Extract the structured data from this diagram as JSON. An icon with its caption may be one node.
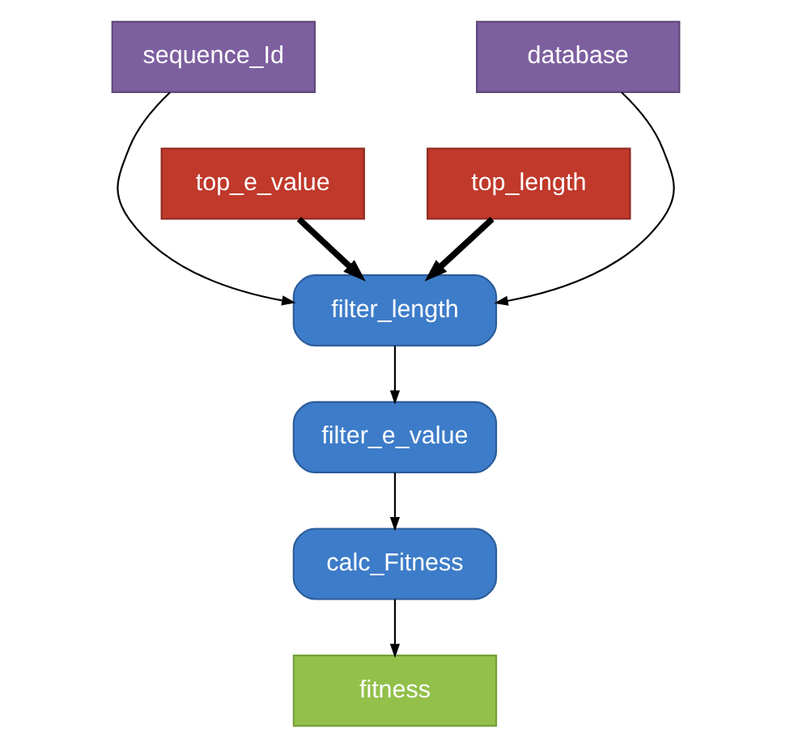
{
  "diagram": {
    "nodes": [
      {
        "text": [
          "sequence_Id"
        ]
      },
      {
        "text": [
          "database"
        ]
      },
      {
        "text": [
          "top_e_value"
        ]
      },
      {
        "text": [
          "top_length"
        ]
      },
      {
        "text": [
          "filter_length"
        ]
      },
      {
        "text": [
          "filter_e_value"
        ]
      },
      {
        "text": [
          "calc_Fitness"
        ]
      },
      {
        "text": [
          "fitness"
        ]
      }
    ],
    "edges": [
      {
        "from": 0,
        "to": 4,
        "arrow": "to"
      },
      {
        "from": 1,
        "to": 4,
        "arrow": "to"
      },
      {
        "from": 2,
        "to": 4,
        "arrow": "to",
        "style": "thick"
      },
      {
        "from": 3,
        "to": 4,
        "arrow": "to",
        "style": "thick"
      },
      {
        "from": 4,
        "to": 5,
        "arrow": "to"
      },
      {
        "from": 5,
        "to": 6,
        "arrow": "to"
      },
      {
        "from": 6,
        "to": 7,
        "arrow": "to"
      }
    ]
  }
}
